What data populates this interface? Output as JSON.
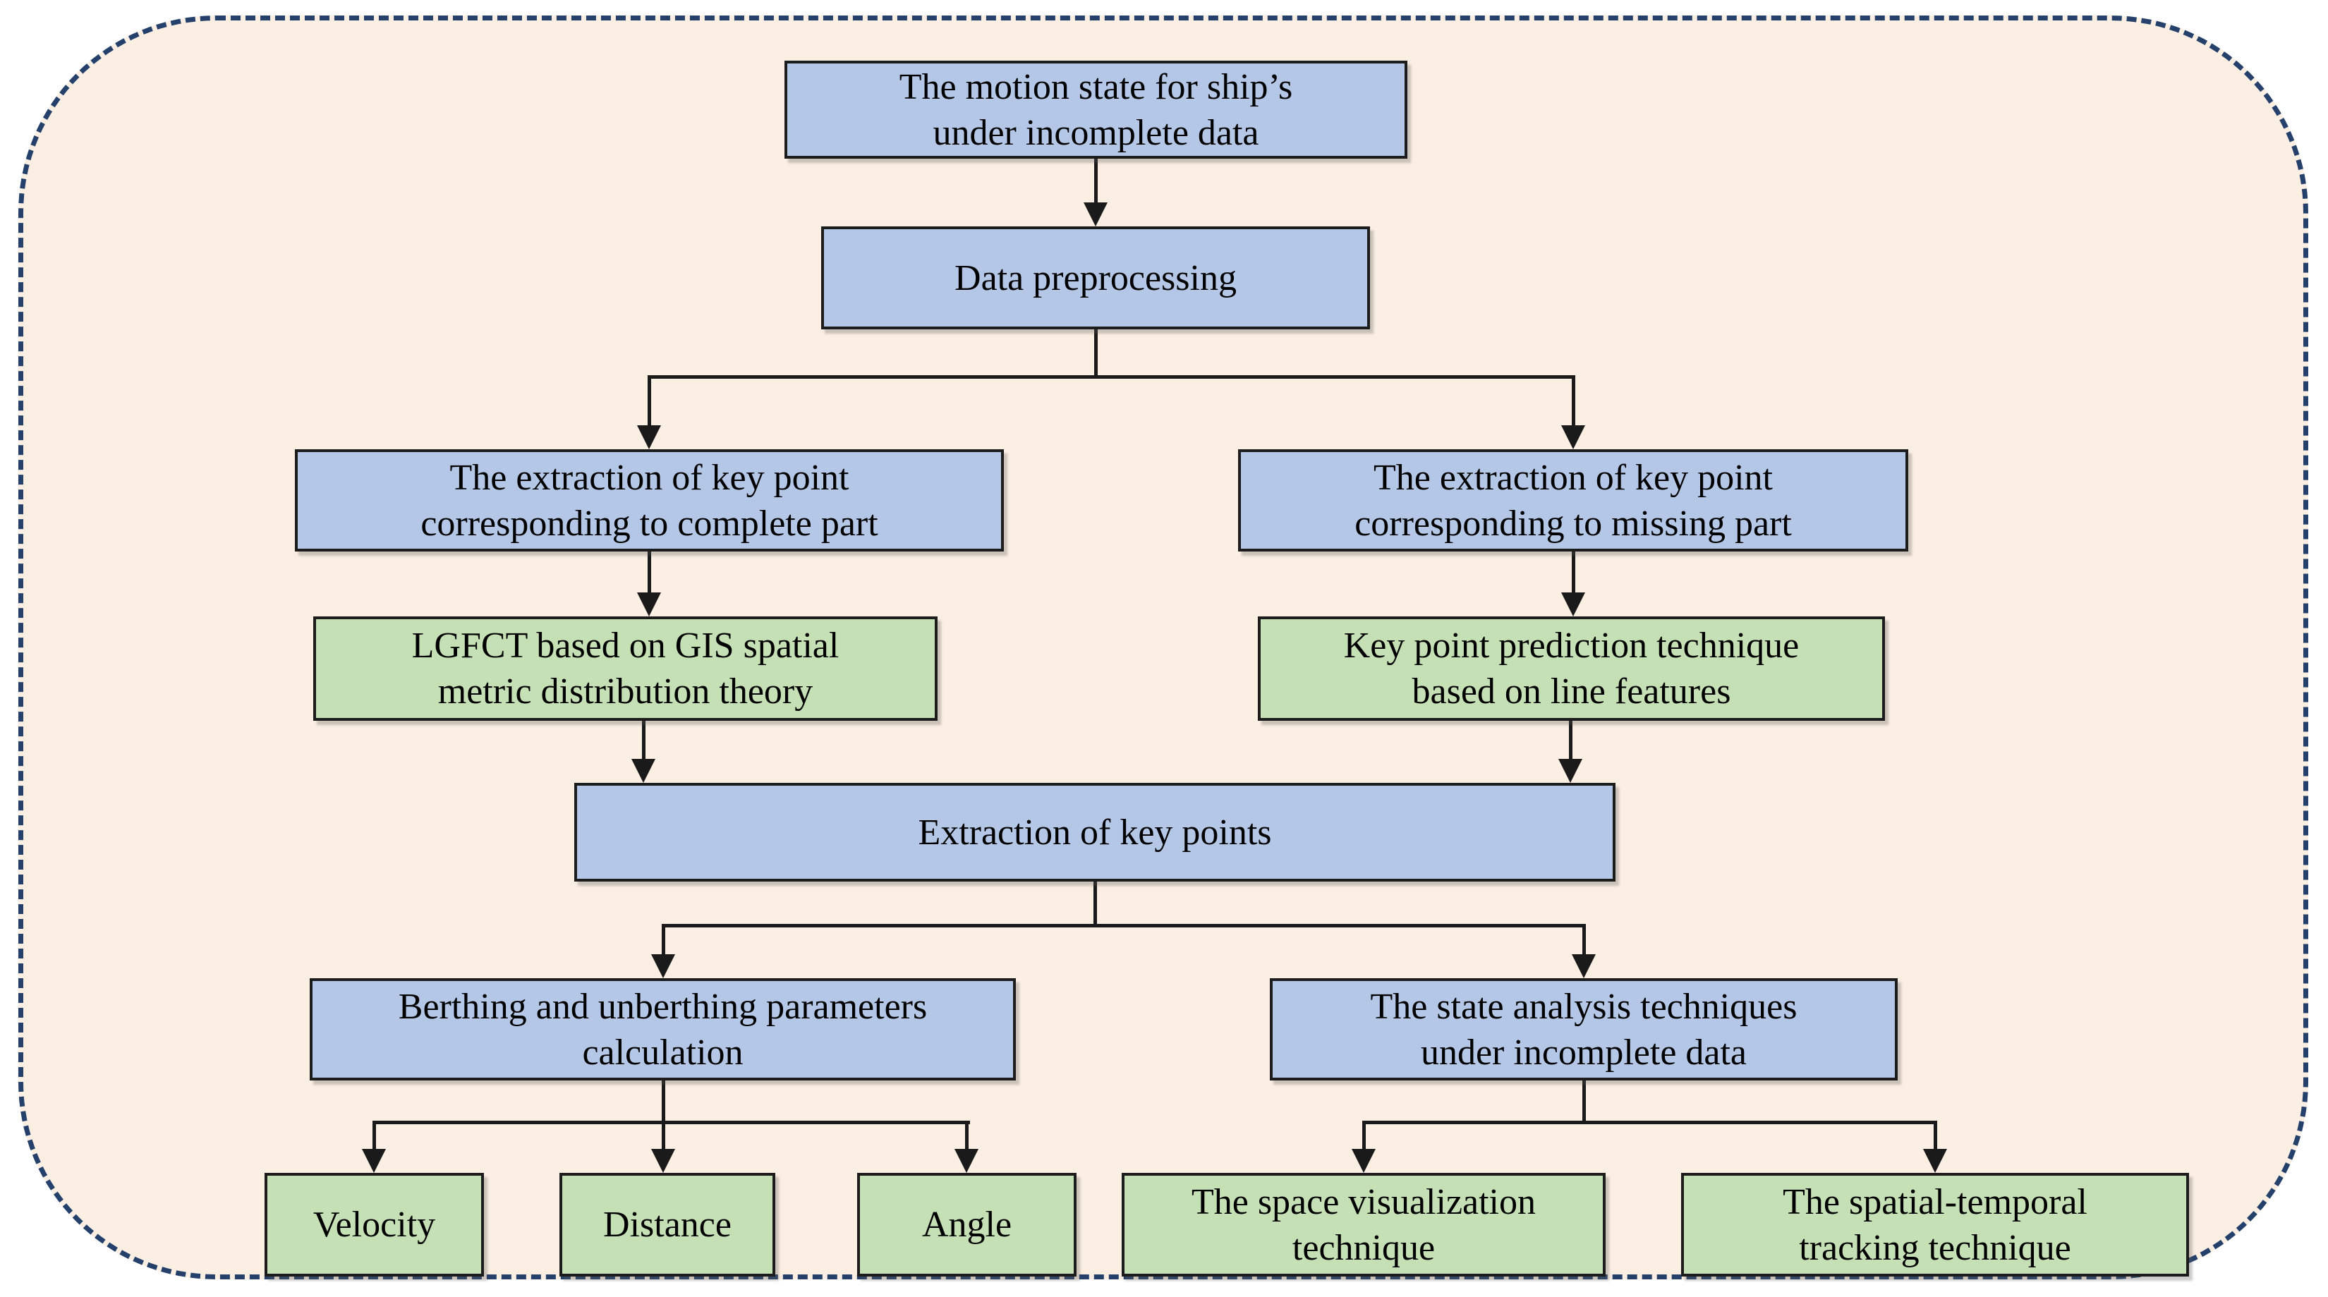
{
  "diagram": {
    "type": "flowchart",
    "colors": {
      "panel_background": "#FBEEE3",
      "panel_border": "#24406B",
      "process_box_fill": "#B4C7E7",
      "technique_box_fill": "#C5E0B4",
      "box_border": "#1C1C1C",
      "connector_line": "#1A1A1A",
      "text": "#000000"
    },
    "nodes": {
      "motion_state": {
        "kind": "process",
        "lines": [
          "The motion state for ship’s",
          "under incomplete data"
        ]
      },
      "data_preprocessing": {
        "kind": "process",
        "lines": [
          "Data preprocessing"
        ]
      },
      "extract_complete": {
        "kind": "process",
        "lines": [
          "The extraction of key point",
          "corresponding to complete part"
        ]
      },
      "extract_missing": {
        "kind": "process",
        "lines": [
          "The extraction of key point",
          "corresponding to missing part"
        ]
      },
      "lgfct": {
        "kind": "technique",
        "lines": [
          "LGFCT based on GIS spatial",
          "metric distribution theory"
        ]
      },
      "keypoint_prediction": {
        "kind": "technique",
        "lines": [
          "Key point prediction technique",
          "based on line features"
        ]
      },
      "extraction_keypoints": {
        "kind": "process",
        "lines": [
          "Extraction of key points"
        ]
      },
      "berthing": {
        "kind": "process",
        "lines": [
          "Berthing and unberthing parameters",
          "calculation"
        ]
      },
      "state_analysis": {
        "kind": "process",
        "lines": [
          "The state analysis techniques",
          "under incomplete data"
        ]
      },
      "velocity": {
        "kind": "technique",
        "lines": [
          "Velocity"
        ]
      },
      "distance": {
        "kind": "technique",
        "lines": [
          "Distance"
        ]
      },
      "angle": {
        "kind": "technique",
        "lines": [
          "Angle"
        ]
      },
      "space_visualization": {
        "kind": "technique",
        "lines": [
          "The space visualization",
          "technique"
        ]
      },
      "spatial_temporal": {
        "kind": "technique",
        "lines": [
          "The spatial-temporal",
          "tracking technique"
        ]
      }
    },
    "edges": [
      {
        "from": "motion_state",
        "to": "data_preprocessing"
      },
      {
        "from": "data_preprocessing",
        "to": "extract_complete"
      },
      {
        "from": "data_preprocessing",
        "to": "extract_missing"
      },
      {
        "from": "extract_complete",
        "to": "lgfct"
      },
      {
        "from": "extract_missing",
        "to": "keypoint_prediction"
      },
      {
        "from": "lgfct",
        "to": "extraction_keypoints"
      },
      {
        "from": "keypoint_prediction",
        "to": "extraction_keypoints"
      },
      {
        "from": "extraction_keypoints",
        "to": "berthing"
      },
      {
        "from": "extraction_keypoints",
        "to": "state_analysis"
      },
      {
        "from": "berthing",
        "to": "velocity"
      },
      {
        "from": "berthing",
        "to": "distance"
      },
      {
        "from": "berthing",
        "to": "angle"
      },
      {
        "from": "state_analysis",
        "to": "space_visualization"
      },
      {
        "from": "state_analysis",
        "to": "spatial_temporal"
      }
    ]
  }
}
